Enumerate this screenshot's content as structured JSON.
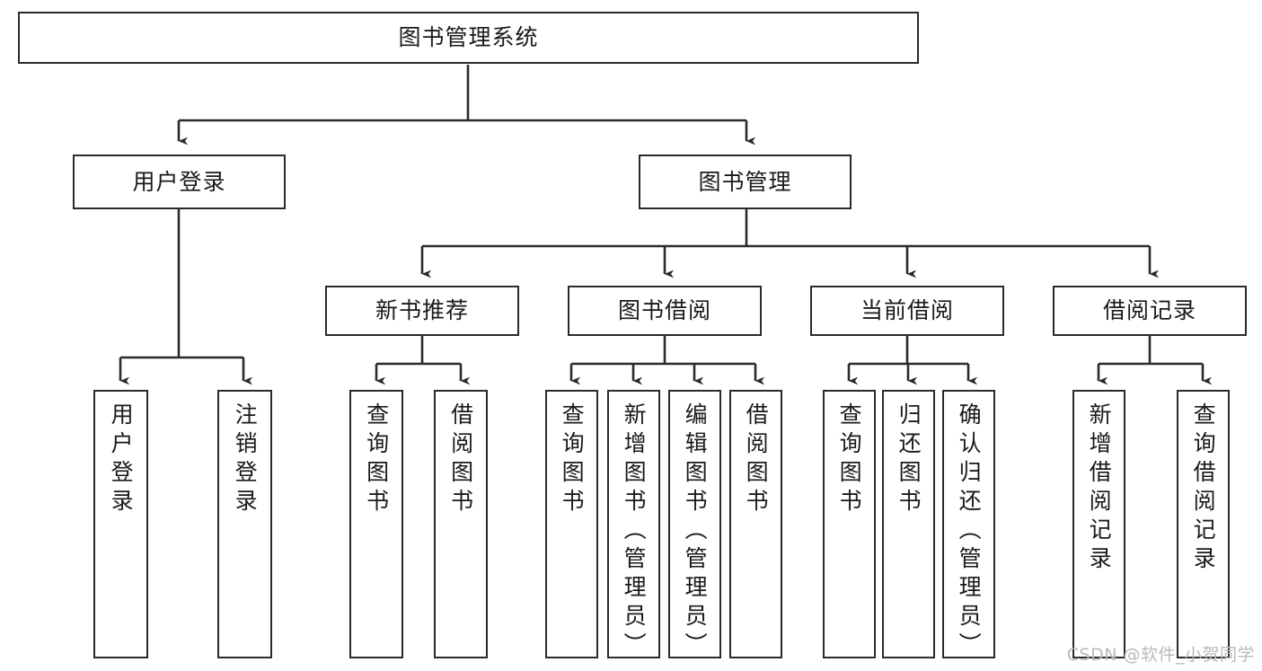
{
  "diagram": {
    "title": "图书管理系统",
    "type": "tree-hierarchy-chart",
    "stroke_color": "#2b2b2b",
    "background_color": "#ffffff",
    "text_color": "#1a1a1a",
    "nodes": {
      "root": "图书管理系统",
      "level2": {
        "user_login": "用户登录",
        "book_manage": "图书管理"
      },
      "level3": {
        "new_book_recommend": "新书推荐",
        "book_borrow": "图书借阅",
        "current_borrow": "当前借阅",
        "borrow_record": "借阅记录"
      },
      "leaves": {
        "user_login_children": [
          "用户登录",
          "注销登录"
        ],
        "new_book_recommend_children": [
          "查询图书",
          "借阅图书"
        ],
        "book_borrow_children": [
          "查询图书",
          "新增图书（管理员）",
          "编辑图书（管理员）",
          "借阅图书"
        ],
        "current_borrow_children": [
          "查询图书",
          "归还图书",
          "确认归还（管理员）"
        ],
        "borrow_record_children": [
          "新增借阅记录",
          "查询借阅记录"
        ]
      }
    },
    "watermark": "CSDN @软件_小贺同学"
  }
}
